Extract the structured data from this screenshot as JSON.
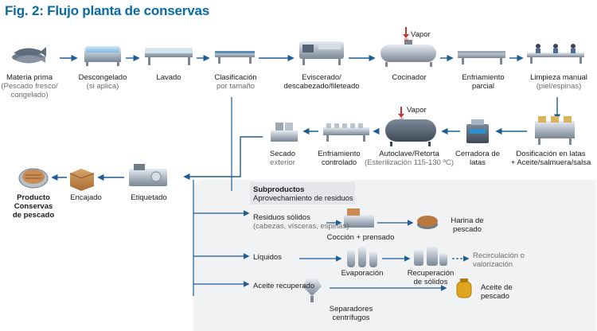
{
  "title": "Fig. 2: Flujo planta de conservas",
  "steam_label": "Vapor",
  "row1": [
    {
      "label": "Materia prima",
      "note": "(Pescado fresco/ congelado)"
    },
    {
      "label": "Descongelado",
      "note": "(si aplica)"
    },
    {
      "label": "Lavado",
      "note": ""
    },
    {
      "label": "Clasificación",
      "note": "por tamaño"
    },
    {
      "label": "Eviscerado/ descabezado/fileteado",
      "note": ""
    },
    {
      "label": "Cocinador",
      "note": ""
    },
    {
      "label": "Enfriamiento parcial",
      "note": ""
    },
    {
      "label": "Limpieza manual",
      "note": "(piel/espinas)"
    }
  ],
  "row2": [
    {
      "label": "Dosificación en latas",
      "note": "+ Aceite/salmuera/salsa"
    },
    {
      "label": "Cerradora de latas",
      "note": ""
    },
    {
      "label": "Autoclave/Retorta",
      "note": "(Esterilización 115-130 ºC)"
    },
    {
      "label": "Enfriamiento controlado",
      "note": ""
    },
    {
      "label": "Secado",
      "note": "exterior"
    }
  ],
  "row3": [
    {
      "label": "Etiquetado"
    },
    {
      "label": "Encajado"
    },
    {
      "label": "Producto Conservas de pescado"
    }
  ],
  "byproducts": {
    "title": "Subproductos",
    "subtitle": "Aprovechamiento de residuos",
    "solids": "Residuos sólidos",
    "solids_note": "(cabezas, vísceras, espinas)",
    "cooking_press": "Cocción + prensado",
    "fishmeal": "Harina de pescado",
    "liquids": "Líquidos",
    "evaporation": "Evaporación",
    "solids_recovery": "Recuperación de sólidos",
    "recirculation": "Recirculación o valorización",
    "oil": "Aceite recuperado",
    "centrifuges": "Separadores centrífugos",
    "fish_oil": "Aceite de pescado"
  },
  "colors": {
    "title": "#0a6aa8",
    "arrow": "#1f5d93",
    "panel": "#f1f2f4",
    "steam": "#c0392b"
  }
}
